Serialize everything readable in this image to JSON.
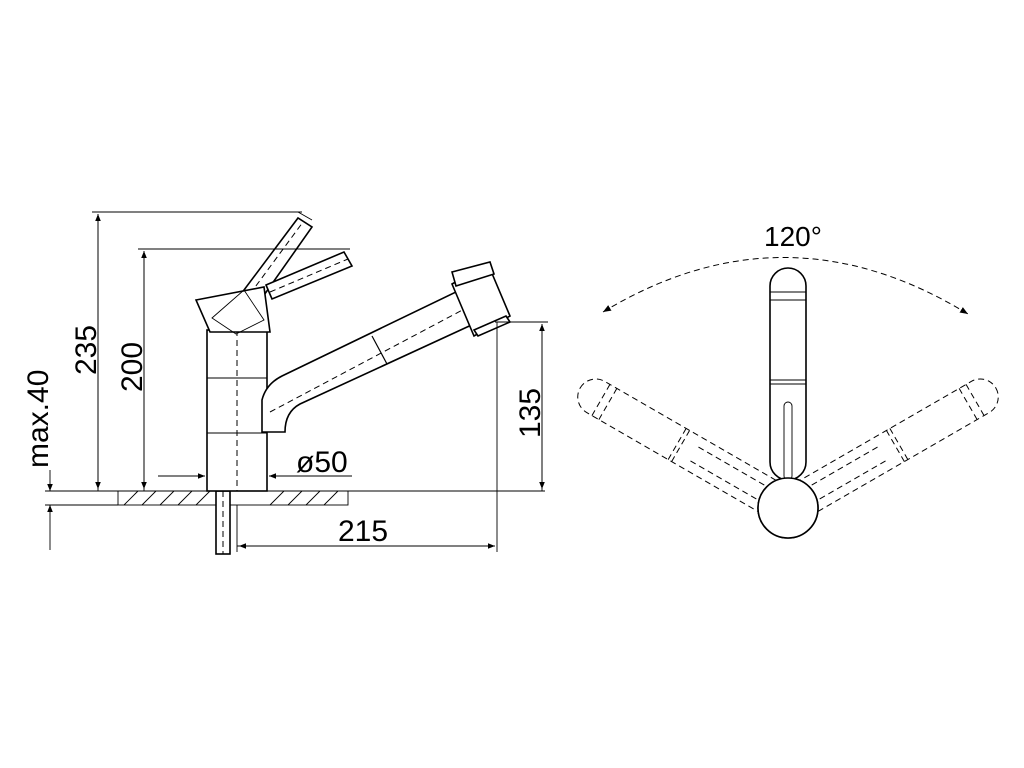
{
  "dimensions": {
    "max_thickness": "max.40",
    "total_height": "235",
    "spout_height_outer": "200",
    "outlet_height": "135",
    "base_diameter": "ø50",
    "reach": "215",
    "swivel_angle": "120°"
  }
}
